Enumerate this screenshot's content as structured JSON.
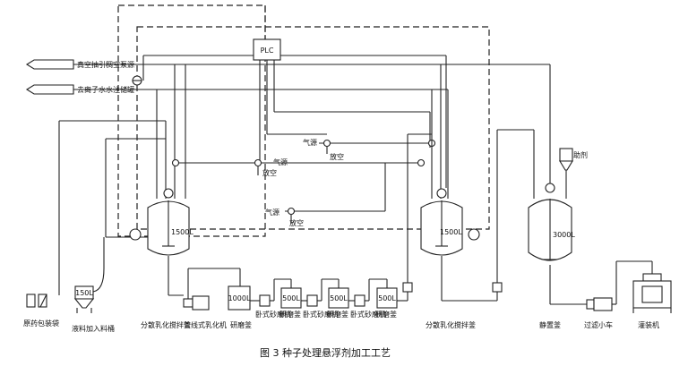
{
  "caption": "图 3   种子处理悬浮剂加工工艺",
  "plc": "PLC",
  "inlet_vacuum": "真空抽引稠空泵源",
  "inlet_water": "去离子水水注储罐",
  "air_label": "气源",
  "vent_label": "放空",
  "additive_label": "助剂",
  "tanks": {
    "left": "1500L",
    "mid": "1500L",
    "right": "3000L",
    "hopper": "150L",
    "t1000": "1000L",
    "t500a": "500L",
    "t500b": "500L",
    "t500c": "500L"
  },
  "labels": {
    "raw_pack": "原药包装袋",
    "liquid_feed": "液料加入料桶",
    "disperser_left": "分散乳化搅拌釜",
    "colloid_mill": "管线式乳化机",
    "grind1": "研磨釜",
    "bead1": "卧式砂磨机",
    "grind2": "研磨釜",
    "bead2": "卧式砂磨机",
    "grind3": "研磨釜",
    "bead3": "卧式砂磨机",
    "grind4": "研磨釜",
    "disperser_mid": "分散乳化搅拌釜",
    "settling": "静置釜",
    "filter": "过滤小车",
    "filling": "灌装机"
  }
}
